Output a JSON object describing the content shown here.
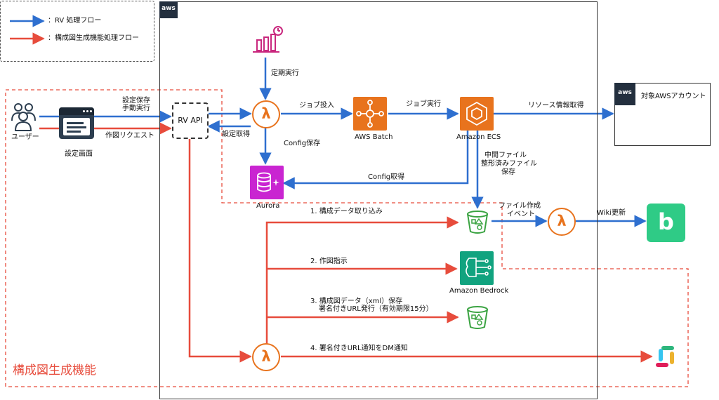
{
  "legend": {
    "rv_flow": "：RV 処理フロー",
    "diagram_flow": "：構成図生成機能処理フロー"
  },
  "aws_tag": "aws",
  "target_account": {
    "tag": "aws",
    "label": "対象AWSアカウント"
  },
  "feature_title": "構成図生成機能",
  "nodes": {
    "user": "ユーザー",
    "settings_screen": "設定画面",
    "rv_api": "RV API",
    "aws_batch": "AWS Batch",
    "amazon_ecs": "Amazon ECS",
    "aurora": "Aurora",
    "bedrock": "Amazon Bedrock",
    "wiki_glyph": "b"
  },
  "edges": {
    "save_manual": [
      "設定保存",
      "手動実行"
    ],
    "draw_request": "作図リクエスト",
    "get_settings": "設定取得",
    "scheduled": "定期実行",
    "config_save": "Config保存",
    "job_submit": "ジョブ投入",
    "job_exec": "ジョブ実行",
    "resource_get": "リソース情報取得",
    "intermediate": [
      "中間ファイル",
      "整形済みファイル",
      "保存"
    ],
    "config_get": "Config取得",
    "file_event": [
      "ファイル作成",
      "イベント"
    ],
    "wiki_update": "Wiki更新",
    "step1": "1. 構成データ取り込み",
    "step2": "2. 作図指示",
    "step3": [
      "3. 構成図データ（xml）保存",
      "署名付きURL発行（有効期限15分）"
    ],
    "step4": "4. 署名付きURL通知をDM通知"
  },
  "colors": {
    "rv_flow": "#2e6fcf",
    "diagram_flow": "#e74c3c",
    "compute": "#e8731d",
    "database": "#c925d1",
    "storage": "#3aa341",
    "ai": "#11a37f",
    "wiki": "#2fcb86",
    "aws_dark": "#232f3e"
  },
  "icons": [
    "users-icon",
    "browser-window-icon",
    "lambda-icon",
    "aws-batch-icon",
    "amazon-ecs-icon",
    "aurora-icon",
    "s3-bucket-icon",
    "bedrock-icon",
    "wiki-icon",
    "slack-icon",
    "scheduler-icon"
  ]
}
